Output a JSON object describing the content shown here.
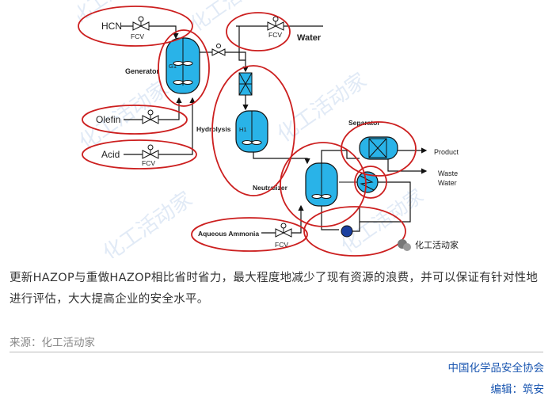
{
  "diagram": {
    "labels": {
      "hcn": "HCN",
      "fcv": "FCV",
      "water": "Water",
      "generator": "Generator",
      "g1": "G1",
      "olefin": "Olefin",
      "acid": "Acid",
      "hydrolysis": "Hydrolysis",
      "h1": "H1",
      "separator": "Separator",
      "product": "Product",
      "waste_water": "Waste\nWater",
      "waste": "Waste",
      "water2": "Water",
      "neutralizer": "Neutralizer",
      "aqueous_ammonia": "Aqueous Ammonia"
    },
    "watermark": "化工活动家",
    "wechat_badge": "化工活动家"
  },
  "article": {
    "paragraph": "更新HAZOP与重做HAZOP相比省时省力，最大程度地减少了现有资源的浪费，并可以保证有针对性地进行评估，大大提高企业的安全水平。",
    "source": "来源：化工活动家",
    "association": "中国化学品安全协会",
    "editor": "编辑：筑安"
  },
  "colors": {
    "vessel_fill": "#29b3e8",
    "annotation": "#cc1f1f",
    "text": "#333333",
    "link": "#1a56b0"
  }
}
